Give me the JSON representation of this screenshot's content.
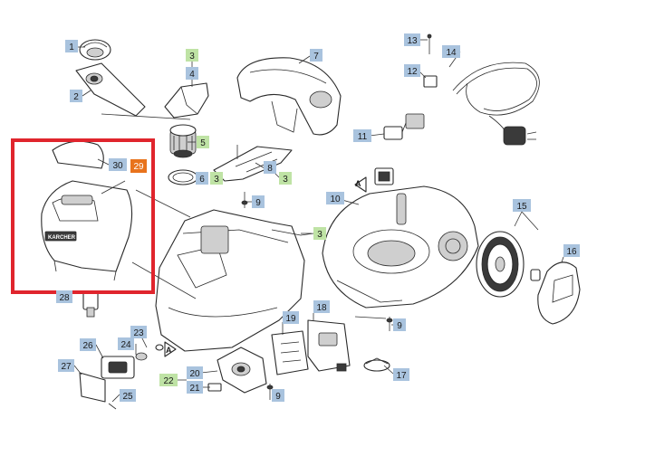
{
  "callouts": [
    {
      "id": "c1",
      "text": "1",
      "kind": "part"
    },
    {
      "id": "c2",
      "text": "2",
      "kind": "part"
    },
    {
      "id": "c3a",
      "text": "3",
      "kind": "accessory"
    },
    {
      "id": "c4",
      "text": "4",
      "kind": "part"
    },
    {
      "id": "c5",
      "text": "5",
      "kind": "accessory"
    },
    {
      "id": "c6",
      "text": "6",
      "kind": "part"
    },
    {
      "id": "c3b",
      "text": "3",
      "kind": "accessory"
    },
    {
      "id": "c7",
      "text": "7",
      "kind": "part"
    },
    {
      "id": "c8",
      "text": "8",
      "kind": "part"
    },
    {
      "id": "c3c",
      "text": "3",
      "kind": "accessory"
    },
    {
      "id": "c9a",
      "text": "9",
      "kind": "part"
    },
    {
      "id": "c3d",
      "text": "3",
      "kind": "accessory"
    },
    {
      "id": "c10",
      "text": "10",
      "kind": "part"
    },
    {
      "id": "c11",
      "text": "11",
      "kind": "part"
    },
    {
      "id": "c12",
      "text": "12",
      "kind": "part"
    },
    {
      "id": "c13",
      "text": "13",
      "kind": "part"
    },
    {
      "id": "c14",
      "text": "14",
      "kind": "part"
    },
    {
      "id": "c15",
      "text": "15",
      "kind": "part"
    },
    {
      "id": "c16",
      "text": "16",
      "kind": "part"
    },
    {
      "id": "c17",
      "text": "17",
      "kind": "part"
    },
    {
      "id": "c9b",
      "text": "9",
      "kind": "part"
    },
    {
      "id": "c18",
      "text": "18",
      "kind": "part"
    },
    {
      "id": "c19",
      "text": "19",
      "kind": "part"
    },
    {
      "id": "c20",
      "text": "20",
      "kind": "part"
    },
    {
      "id": "c21",
      "text": "21",
      "kind": "part"
    },
    {
      "id": "c22",
      "text": "22",
      "kind": "accessory"
    },
    {
      "id": "c9c",
      "text": "9",
      "kind": "part"
    },
    {
      "id": "c23",
      "text": "23",
      "kind": "part"
    },
    {
      "id": "c24",
      "text": "24",
      "kind": "part"
    },
    {
      "id": "c25",
      "text": "25",
      "kind": "part"
    },
    {
      "id": "c26",
      "text": "26",
      "kind": "part"
    },
    {
      "id": "c27",
      "text": "27",
      "kind": "part"
    },
    {
      "id": "c28",
      "text": "28",
      "kind": "part"
    },
    {
      "id": "c30",
      "text": "30",
      "kind": "part"
    },
    {
      "id": "c29",
      "text": "29",
      "kind": "highlighted"
    }
  ],
  "markers": {
    "a1": "A",
    "a2": "A"
  },
  "colors": {
    "part": "#a9c3de",
    "accessory": "#bfe3a5",
    "highlighted": "#e8731c",
    "frame": "#e0252d"
  }
}
